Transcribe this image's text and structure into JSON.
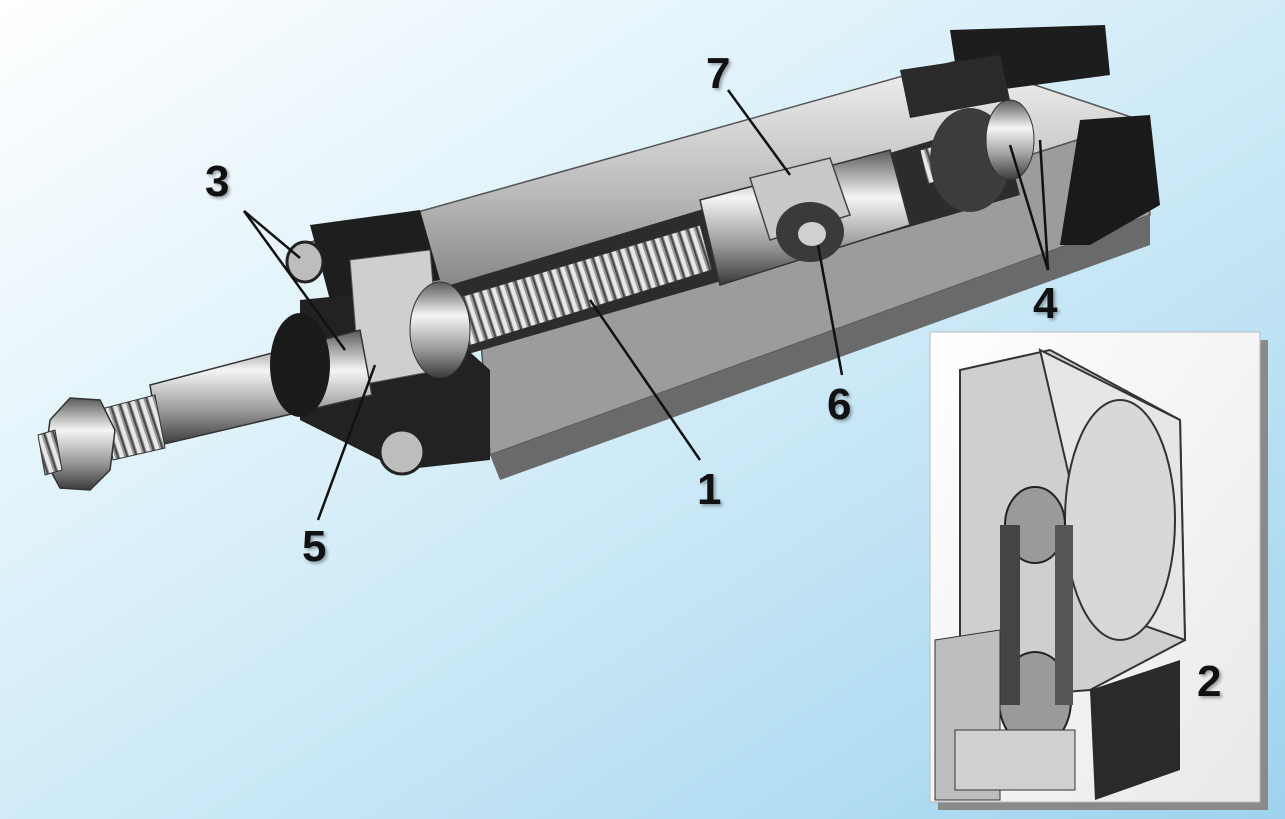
{
  "figure": {
    "background_colors": [
      "#ffffff",
      "#d6eef9",
      "#9fd3ee"
    ],
    "callouts": [
      {
        "id": "1",
        "text": "1"
      },
      {
        "id": "2",
        "text": "2"
      },
      {
        "id": "3",
        "text": "3"
      },
      {
        "id": "4",
        "text": "4"
      },
      {
        "id": "5",
        "text": "5"
      },
      {
        "id": "6",
        "text": "6"
      },
      {
        "id": "7",
        "text": "7"
      }
    ],
    "parts_depicted": [
      "actuator-body",
      "ball-screw",
      "piston-rod",
      "rod-nut",
      "ball-nut",
      "bearings",
      "belt-drive-inset"
    ]
  }
}
